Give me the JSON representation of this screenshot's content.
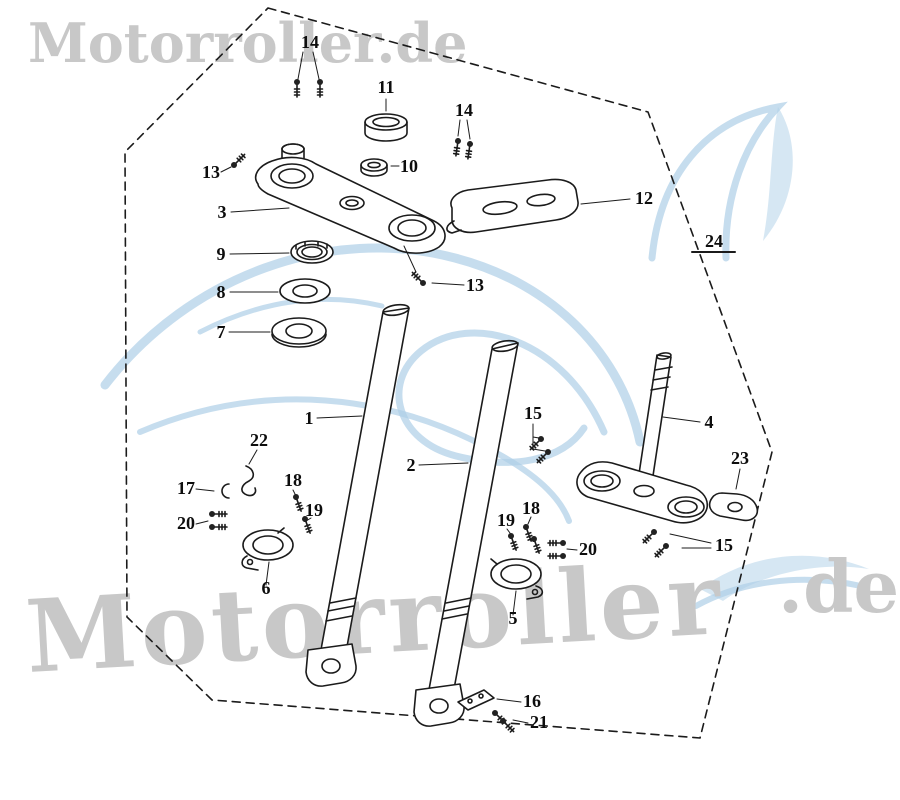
{
  "watermarks": {
    "top_left": "Motorroller.de",
    "bottom_main": "Motorroller",
    "bottom_right_suffix": ".de",
    "text_color": "#c8c8c8",
    "swoosh_color": "#aecfe7"
  },
  "diagram": {
    "line_color": "#1b1b1b",
    "labels": {
      "n1": "1",
      "n2": "2",
      "n3": "3",
      "n4": "4",
      "n5": "5",
      "n6": "6",
      "n7": "7",
      "n8": "8",
      "n9": "9",
      "n10": "10",
      "n11": "11",
      "n12": "12",
      "n13_left": "13",
      "n13_mid": "13",
      "n14_top": "14",
      "n14_mid": "14",
      "n15_mid": "15",
      "n15_right": "15",
      "n16": "16",
      "n17": "17",
      "n18_left": "18",
      "n18_mid": "18",
      "n19_left": "19",
      "n19_mid": "19",
      "n20_left": "20",
      "n20_mid": "20",
      "n21": "21",
      "n22": "22",
      "n23": "23",
      "n24": "24"
    }
  }
}
